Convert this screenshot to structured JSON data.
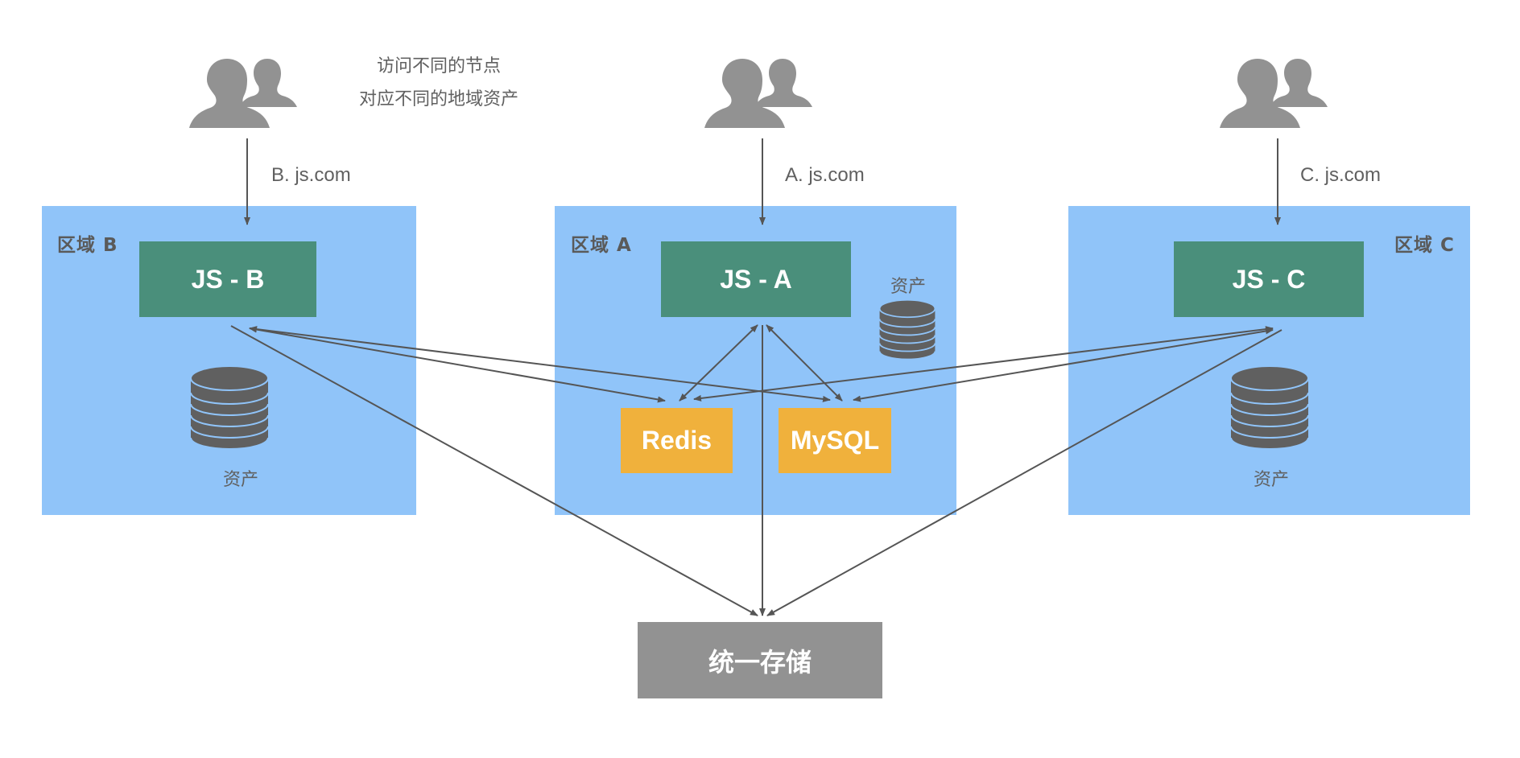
{
  "note": {
    "line1": "访问不同的节点",
    "line2": "对应不同的地域资产"
  },
  "regions": {
    "b": {
      "label": "区域 B",
      "node": "JS - B",
      "domain": "B. js.com",
      "asset_label": "资产"
    },
    "a": {
      "label": "区域 A",
      "node": "JS - A",
      "domain": "A. js.com",
      "asset_label": "资产",
      "services": [
        "Redis",
        "MySQL"
      ]
    },
    "c": {
      "label": "区域 C",
      "node": "JS - C",
      "domain": "C. js.com",
      "asset_label": "资产"
    }
  },
  "storage": {
    "label": "统一存储"
  },
  "colors": {
    "region_bg": "#90c4f9",
    "node_bg": "#4a8f7b",
    "service_bg": "#f0b13c",
    "storage_bg": "#929292",
    "icon": "#929292",
    "db_icon": "#606060",
    "line": "#555555"
  },
  "connections": [
    {
      "from": "users-b",
      "to": "JS - B",
      "label": "B. js.com"
    },
    {
      "from": "users-a",
      "to": "JS - A",
      "label": "A. js.com"
    },
    {
      "from": "users-c",
      "to": "JS - C",
      "label": "C. js.com"
    },
    {
      "from": "JS - A",
      "to": "Redis",
      "bidirectional": true
    },
    {
      "from": "JS - A",
      "to": "MySQL",
      "bidirectional": true
    },
    {
      "from": "JS - B",
      "to": "Redis",
      "bidirectional": true
    },
    {
      "from": "JS - B",
      "to": "MySQL",
      "bidirectional": true
    },
    {
      "from": "JS - C",
      "to": "Redis",
      "bidirectional": true
    },
    {
      "from": "JS - C",
      "to": "MySQL",
      "bidirectional": true
    },
    {
      "from": "JS - A",
      "to": "统一存储"
    },
    {
      "from": "JS - B",
      "to": "统一存储"
    },
    {
      "from": "JS - C",
      "to": "统一存储"
    }
  ]
}
